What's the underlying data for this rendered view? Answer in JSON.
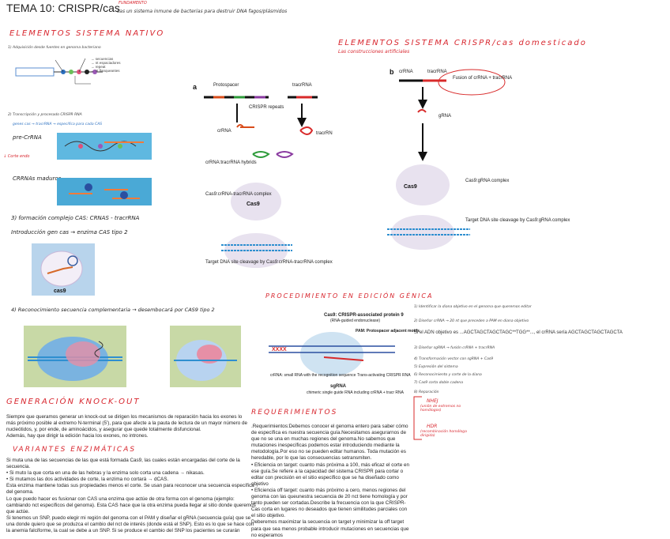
{
  "title": "TEMA 10: CRISPR/cas",
  "title_note": {
    "label": "FUNDAMENTO",
    "text": "cas un sistema inmune de bacterias para destruir DNA fagos/plásmidos"
  },
  "section_native": "ELEMENTOS SISTEMA NATIVO",
  "section_engineered": {
    "title": "ELEMENTOS SISTEMA CRISPR/cas domesticado",
    "subtitle": "Las construcciones artificiales"
  },
  "native_steps": {
    "s1": "1) Adquisición desde fuentes en genoma bacteriano",
    "s2": "2) Transcripción y procesado CRISPR RNA",
    "s2_sub": "genes cas → tracrRNA → específica para cada CAS",
    "precrna": "pre-CrRNA",
    "crnas": "CRRNAs maduros",
    "s3a": "3) formación complejo CAS: CRNAS - tracrRNA",
    "s3b": "Introducción gen cas → enzima CAS tipo 2",
    "cas9": "cas9",
    "s4": "4) Reconocimiento secuencia complementaria → desembocará por CAS9 tipo 2"
  },
  "figure_a": {
    "panel": "a",
    "protospacer": "Protospacer",
    "tracrrna_top": "tracrRNA",
    "crispr_repeats": "CRISPR repeats",
    "crrna": "crRNA",
    "tracrrn": "tracrRN",
    "hybrids": "crRNA:tracrRNA hybrids",
    "complex": "Cas9:crRNA-tracrRNA complex",
    "cas9": "Cas9",
    "target": "Target DNA site cleavage by Cas9:crRNA-tracrRNA complex"
  },
  "figure_b": {
    "panel": "b",
    "crrna": "crRNA",
    "tracrrna": "tracrRNA",
    "fusion": "Fusion of crRNA + tracrRNA",
    "grna": "gRNA",
    "complex": "Cas9:gRNA complex",
    "cas9": "Cas9",
    "target": "Target DNA site cleavage by Cas9:gRNA complex"
  },
  "section_procedure": "PROCEDIMIENTO EN EDICIÓN GÉNICA",
  "procedure_figure": {
    "title": "Cas9: CRISPR-associated protein 9",
    "subtitle": "(RNA-guided endonuclease)",
    "pam": "PAM: Protospacer adjacent motifs",
    "crrna": "crRNA: small RNA with the recognition sequence",
    "tracr": "Trans-activating CRISPR RNA",
    "sgrna": "sgRNA",
    "sgrna_sub": "chimeric single guide RNA including crRNA + tracr RNA"
  },
  "procedure_notes": {
    "n1": "1) Identificar la diana objetivo en el genoma que queremos editar",
    "n2": "2) Diseñar crRNA → 20 nt que preceden a PAM en diana objetivo",
    "example": "Si el ADN objetivo es ...AGCTAGCTAGCTAGC**TGG**..., el crRNA sería AGCTAGCTAGCTAGCTA",
    "n3": "3) Diseñar sgRNA → fusión crRNA + tracrRNA",
    "n4": "4) Transformación vector con sgRNA + Cas9",
    "n5": "5) Expresión del sistema",
    "n6": "6) Reconocimiento y corte de la diana",
    "n7": "7) Cas9 corta doble cadena",
    "n8": "8) Reparación",
    "nhej": "NHEJ",
    "nhej_sub": "(unión de extremos no homólogos)",
    "hdr": "HDR",
    "hdr_sub": "(recombinación homóloga dirigida)"
  },
  "section_knockout": "GENERACIÓN KNOCK-OUT",
  "knockout_text": [
    "Siempre que queramos generar un knock-out se dirigen los mecanismos de reparación hacia los exones lo más próximo posible al extremo N-terminal (5'), para que afecte a la pauta de lectura de un mayor número de nucleótidos, y, por ende, de aminoácidos, y asegurar que quede totalmente disfuncional.",
    "Además, hay que dirigir la edición hacia los exones, no intrones."
  ],
  "section_variants": "VARIANTES ENZIMÁTICAS",
  "variants_text": [
    "Si muta una de las secuencias de las que está formada Cas9, las cuales están encargadas del corte de la secuencia.",
    "• Si muto la que corta en una de las hebras y la enzima solo corta una cadena → nikasas.",
    "• Si mutamos las dos actividades de corte, la enzima no cortará → dCAS.",
    "Esta enzima mantiene todas sus propiedades menos el corte. Se usan para reconocer una secuencia específica del genoma.",
    "Lo que puedo hacer es fusionar con CAS una enzima que actúe de otra forma con el genoma (ejemplo: cambiando nct específicos del genoma). Esta CAS hace que la otra enzima pueda llegar al sitio donde queremos que actúe.",
    "Si tenemos un SNP, puedo elegir mi región del genoma con el PAM y diseñar el gRNA (secuencia guía) que se una donde quiero que se produzca el cambio del nct de interés (donde está el SNP). Esto es lo que se hace con la anemia falciforme, la cual se debe a un SNP. Si se produce el cambio del SNP los pacientes se curarán"
  ],
  "section_requirements": "REQUERIMIENTOS",
  "requirements_text": [
    ".Requerimientos:Debemos conocer el genoma entero para saber cómo de específica es nuestra secuencia guía.Necesitamos asegurarnos de que no se una en muchas regiones del genoma.No sabemos que mutaciones inespecíficas podemos estar introduciendo mediante la metodología.Por eso no se pueden editar humanos. Toda mutación es heredable, por lo que las consecuencias setransmiten.",
    "• Eficiencia on target: cuanto más próxima a 100, más eficaz el corte en ese guía.Se refiere a la capacidad del sistema CRISPR para cortar o editar con precisión en el sitio específico que se ha diseñado como objetivo",
    "• Eficiencia off target: cuanto más próximo a cero, menos regiones del genoma con las queunestra secuencia de 20 nct tiene homología y por tanto pueden ser cortadas.Describe la frecuencia con la que CRISPR-Cas corta en lugares no deseados que tienen similitudes parciales con el sitio objetivo.",
    "Deberemos maximizar la secuencia on target y minimizar la off target para que sea menos probable introducir mutaciones en secuencias que no esperamos"
  ],
  "colors": {
    "accent_red": "#d8262e",
    "pink": "#e0507a",
    "blue": "#2a6fc0",
    "cas9_fill": "#e8e2ef",
    "dna_blue": "#2f8fd0"
  },
  "icons": [
    "arrow-icon",
    "scissors-icon"
  ]
}
